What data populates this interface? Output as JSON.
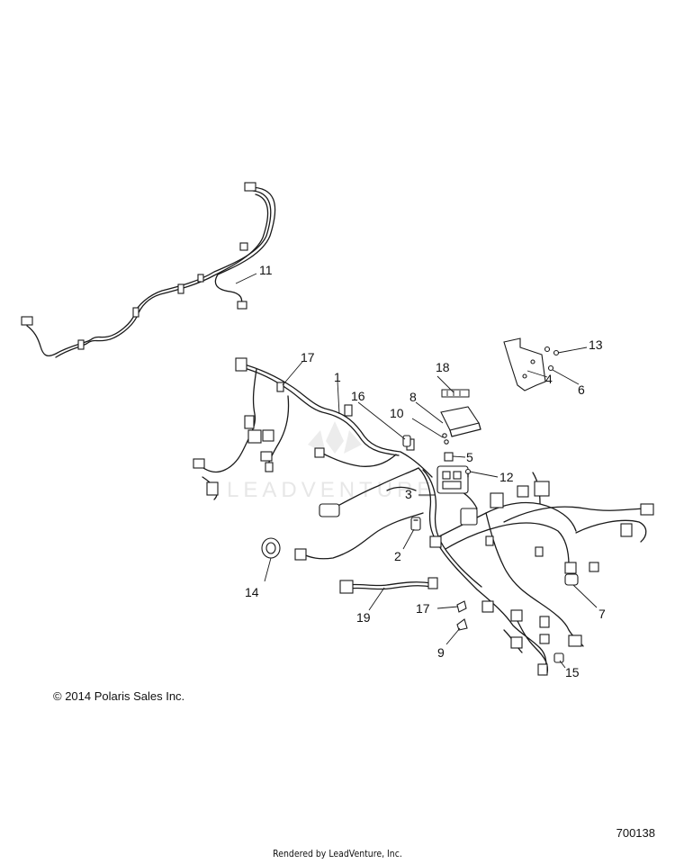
{
  "watermark": "LEADVENTURE",
  "callouts": {
    "c1": "1",
    "c2": "2",
    "c3": "3",
    "c4": "4",
    "c5": "5",
    "c6": "6",
    "c7": "7",
    "c8": "8",
    "c9": "9",
    "c10": "10",
    "c11": "11",
    "c12": "12",
    "c13": "13",
    "c14": "14",
    "c15": "15",
    "c16": "16",
    "c17a": "17",
    "c17b": "17",
    "c18": "18",
    "c19": "19"
  },
  "footer": {
    "copyright": "© 2014 Polaris Sales Inc.",
    "drawing_number": "700138",
    "rendered_by": "Rendered by LeadVenture, Inc."
  }
}
